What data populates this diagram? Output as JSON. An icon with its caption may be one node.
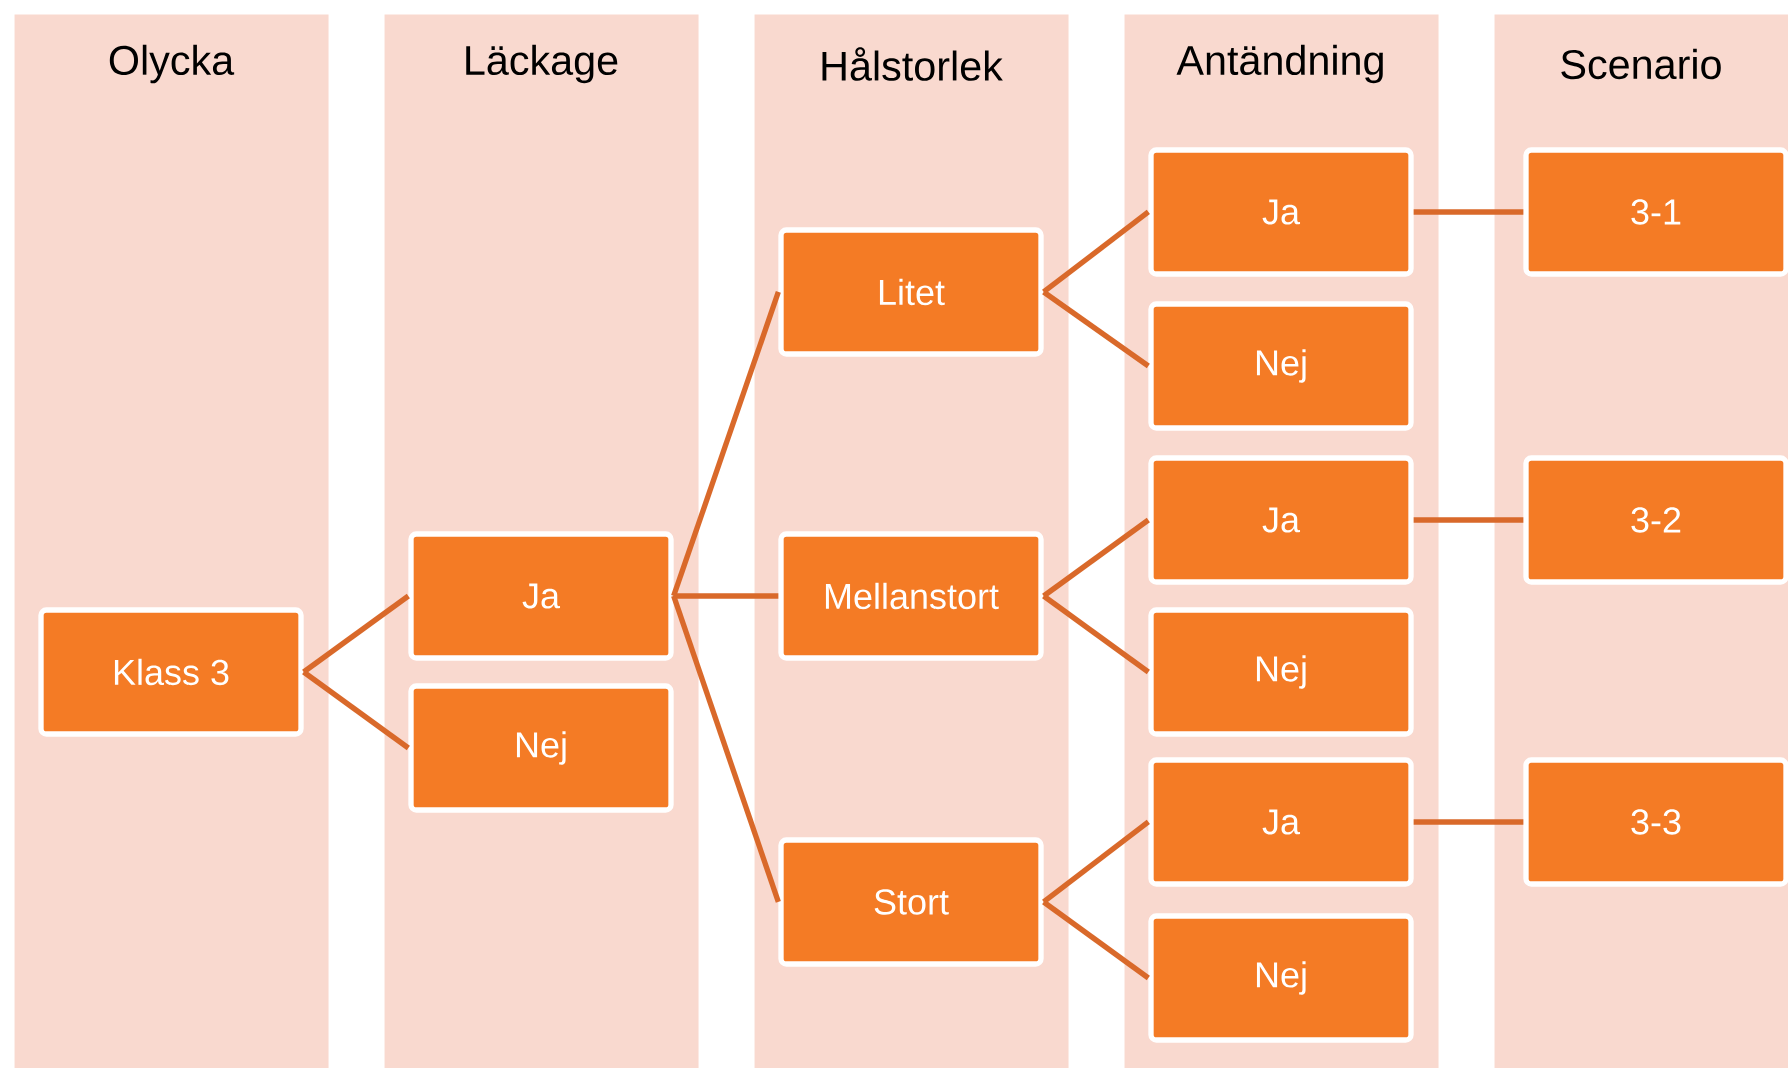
{
  "diagram": {
    "nodes": [
      {
        "text": [
          "Olycka"
        ]
      },
      {
        "text": [
          "Läckage"
        ]
      },
      {
        "text": [
          "Hålstorlek"
        ]
      },
      {
        "text": [
          "Antändning"
        ]
      },
      {
        "text": [
          "Scenario"
        ]
      },
      {
        "text": [
          "Klass 3"
        ],
        "in": 0
      },
      {
        "text": [
          "Ja"
        ],
        "in": 1
      },
      {
        "text": [
          "Nej"
        ],
        "in": 1
      },
      {
        "text": [
          "Litet"
        ],
        "in": 2
      },
      {
        "text": [
          "Mellanstort"
        ],
        "in": 2
      },
      {
        "text": [
          "Stort"
        ],
        "in": 2
      },
      {
        "text": [
          "Ja"
        ],
        "in": 3
      },
      {
        "text": [
          "Nej"
        ],
        "in": 3
      },
      {
        "text": [
          "Ja"
        ],
        "in": 3
      },
      {
        "text": [
          "Nej"
        ],
        "in": 3
      },
      {
        "text": [
          "Ja"
        ],
        "in": 3
      },
      {
        "text": [
          "Nej"
        ],
        "in": 3
      },
      {
        "text": [
          "3-1"
        ],
        "in": 4
      },
      {
        "text": [
          "3-2"
        ],
        "in": 4
      },
      {
        "text": [
          "3-3"
        ],
        "in": 4
      }
    ],
    "edges": [
      {
        "from": 5,
        "to": 6,
        "arrow": "none"
      },
      {
        "from": 5,
        "to": 7,
        "arrow": "none"
      },
      {
        "from": 6,
        "to": 8,
        "arrow": "none"
      },
      {
        "from": 6,
        "to": 9,
        "arrow": "none"
      },
      {
        "from": 6,
        "to": 10,
        "arrow": "none"
      },
      {
        "from": 8,
        "to": 11,
        "arrow": "none"
      },
      {
        "from": 8,
        "to": 12,
        "arrow": "none"
      },
      {
        "from": 9,
        "to": 13,
        "arrow": "none"
      },
      {
        "from": 9,
        "to": 14,
        "arrow": "none"
      },
      {
        "from": 10,
        "to": 15,
        "arrow": "none"
      },
      {
        "from": 10,
        "to": 16,
        "arrow": "none"
      },
      {
        "from": 11,
        "to": 17,
        "arrow": "none"
      },
      {
        "from": 13,
        "to": 18,
        "arrow": "none"
      },
      {
        "from": 15,
        "to": 19,
        "arrow": "none"
      }
    ]
  }
}
